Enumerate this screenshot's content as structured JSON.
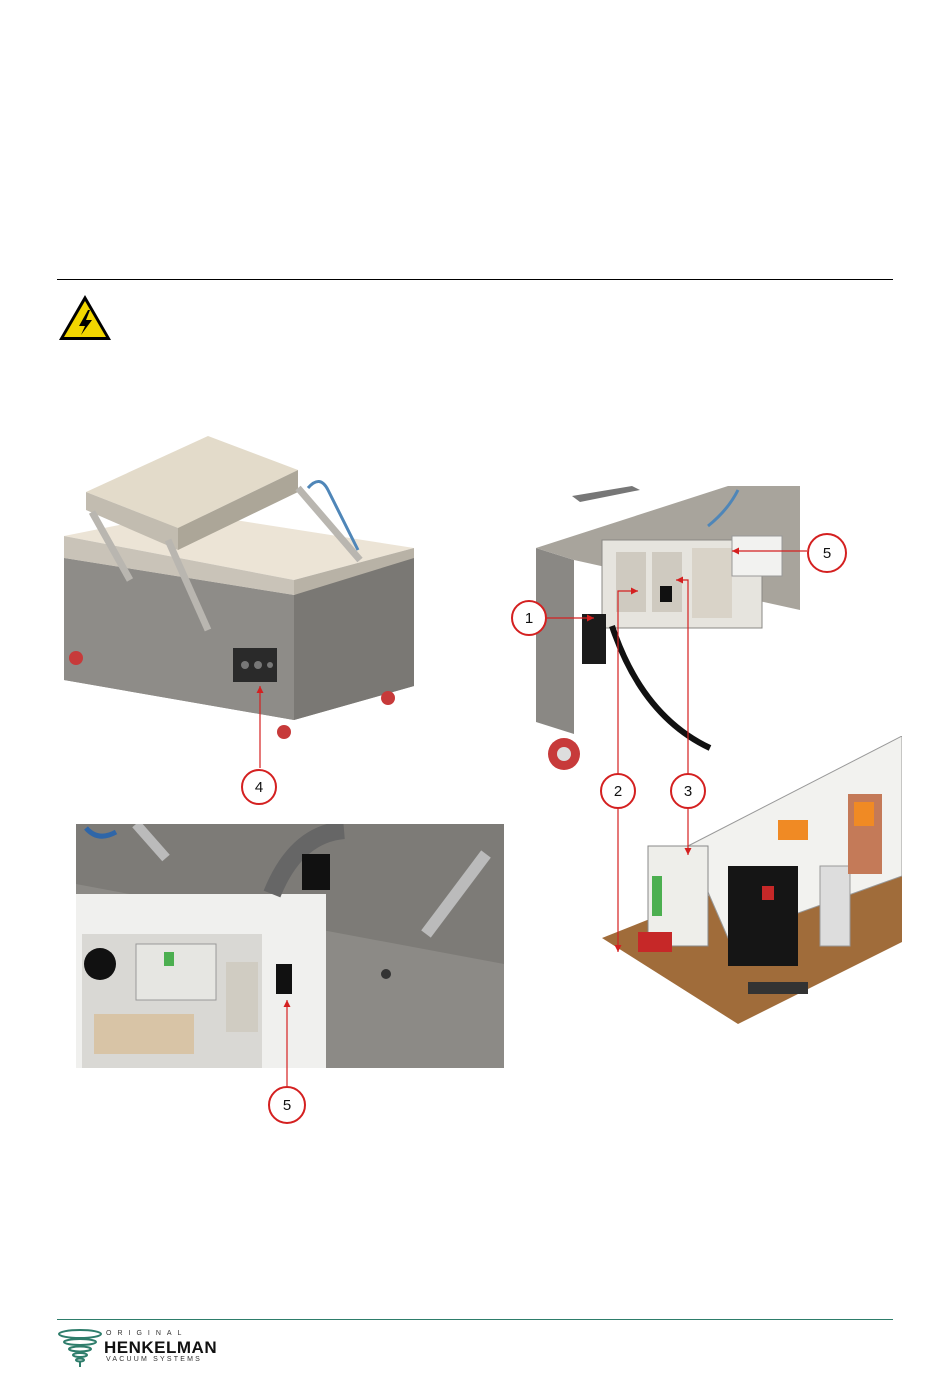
{
  "callouts": {
    "c1": "1",
    "c2": "2",
    "c3": "3",
    "c4": "4",
    "c5a": "5",
    "c5b": "5"
  },
  "warning_icon": "high-voltage-warning-icon",
  "logo": {
    "line1": "ORIGINAL",
    "line2": "HENKELMAN",
    "line3": "VACUUM SYSTEMS"
  },
  "colors": {
    "rule_top": "#000000",
    "rule_bottom": "#2e7d6b",
    "callout": "#d42020",
    "warning_yellow": "#f2d600"
  }
}
